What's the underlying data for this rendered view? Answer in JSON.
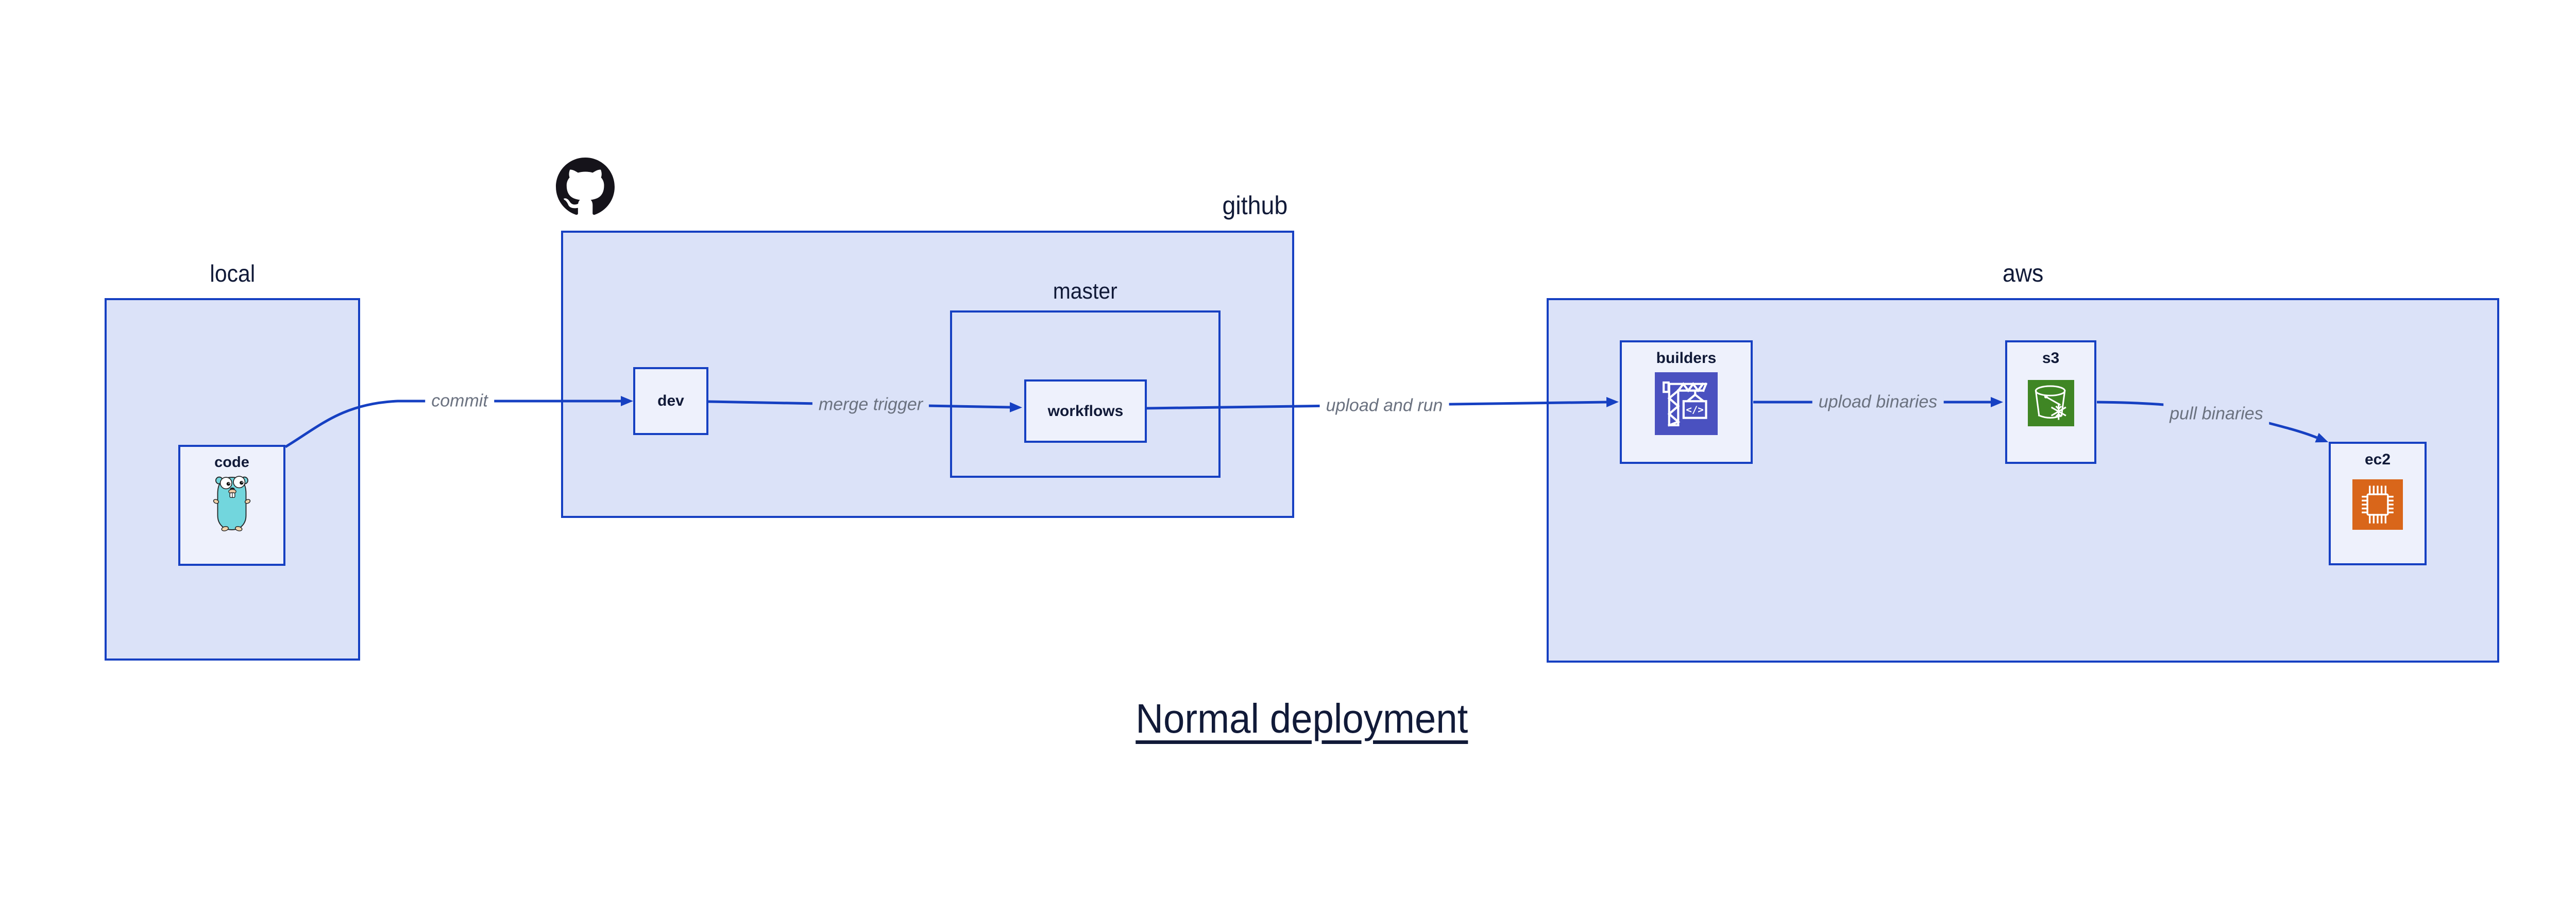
{
  "title": {
    "text": "Normal deployment"
  },
  "containers": {
    "local": {
      "label": "local"
    },
    "github": {
      "label": "github"
    },
    "master": {
      "label": "master"
    },
    "aws": {
      "label": "aws"
    }
  },
  "nodes": {
    "code": {
      "label": "code",
      "icon": "go-gopher-icon"
    },
    "dev": {
      "label": "dev"
    },
    "workflows": {
      "label": "workflows"
    },
    "builders": {
      "label": "builders",
      "icon": "codebuild-crane-icon"
    },
    "s3": {
      "label": "s3",
      "icon": "s3-glacier-bucket-icon"
    },
    "ec2": {
      "label": "ec2",
      "icon": "ec2-chip-icon"
    }
  },
  "edges": {
    "commit": {
      "label": "commit"
    },
    "merge_trigger": {
      "label": "merge trigger"
    },
    "upload_and_run": {
      "label": "upload and run"
    },
    "upload_binaries": {
      "label": "upload binaries"
    },
    "pull_binaries": {
      "label": "pull binaries"
    }
  },
  "icons": {
    "github_logo": "octocat-mark-icon",
    "builders_code_glyph": "</>"
  },
  "colors": {
    "canvas_bg": "#ffffff",
    "container_fill": "#dbe2f8",
    "node_fill": "#eef1fc",
    "stroke_blue": "#1640c2",
    "edge_label_gray": "#6b7280",
    "text_navy": "#111a38",
    "builders_icon_bg": "#4a51c0",
    "s3_icon_bg": "#3f8624",
    "ec2_icon_bg": "#d9661a",
    "gopher_teal": "#72d6dd",
    "octocat_black": "#15131a"
  }
}
